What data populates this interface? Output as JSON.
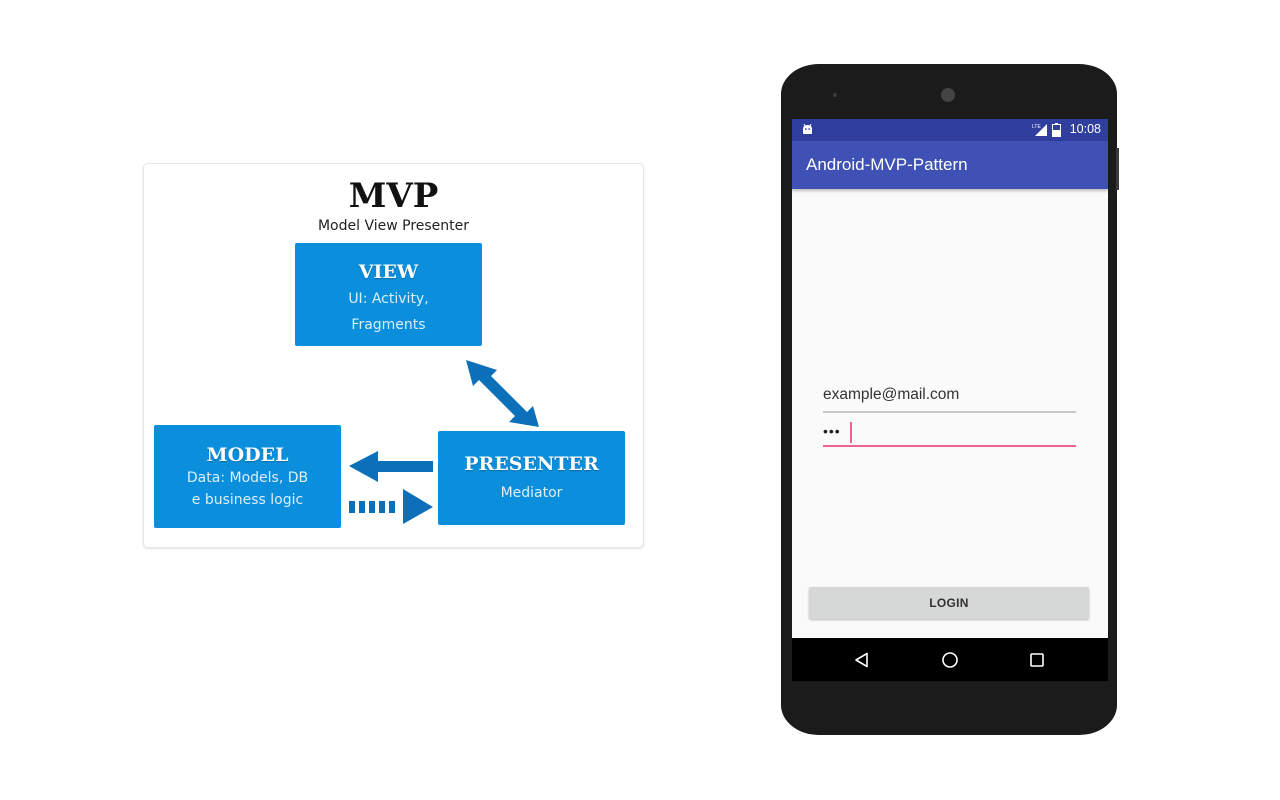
{
  "diagram": {
    "title": "MVP",
    "subtitle": "Model View Presenter",
    "box_color": "#0b8fdc",
    "arrow_color": "#0c6fba",
    "view": {
      "name": "VIEW",
      "desc_line1": "UI: Activity,",
      "desc_line2": "Fragments"
    },
    "model": {
      "name": "MODEL",
      "desc_line1": "Data: Models, DB",
      "desc_line2": "e business logic"
    },
    "presenter": {
      "name": "PRESENTER",
      "desc_line1": "Mediator"
    },
    "arrows": [
      {
        "from": "view",
        "to": "presenter",
        "style": "solid",
        "direction": "bidirectional"
      },
      {
        "from": "presenter",
        "to": "model",
        "style": "solid",
        "direction": "one-way"
      },
      {
        "from": "model",
        "to": "presenter",
        "style": "dashed",
        "direction": "one-way"
      }
    ]
  },
  "phone": {
    "status_bar": {
      "notification_icon": "android-debug-icon",
      "network_icon": "lte-signal-icon",
      "battery_icon": "battery-charging-icon",
      "time": "10:08",
      "color": "#303f9f"
    },
    "app_bar": {
      "title": "Android-MVP-Pattern",
      "color": "#3f51b5"
    },
    "form": {
      "email_value": "example@mail.com",
      "password_masked": "•••",
      "accent_color": "#f06292"
    },
    "login_button": {
      "label": "LOGIN"
    },
    "nav_bar": {
      "back": "back-icon",
      "home": "home-icon",
      "recents": "recents-icon"
    }
  }
}
